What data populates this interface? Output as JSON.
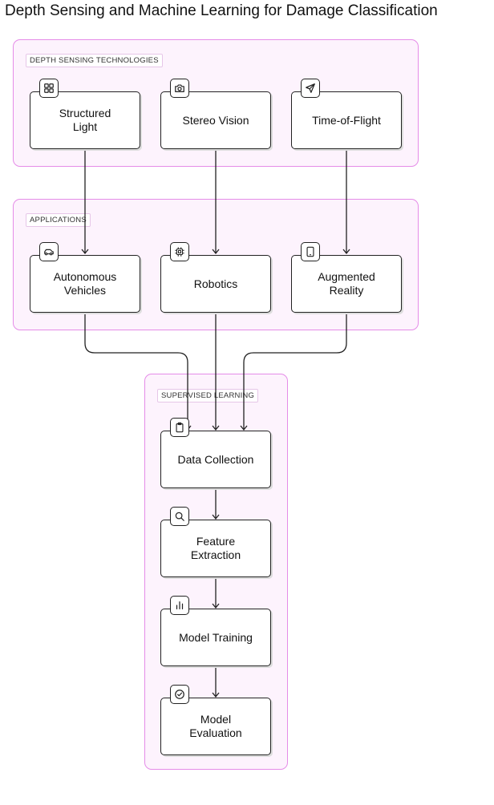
{
  "title": "Depth Sensing and Machine Learning for Damage Classification",
  "groups": {
    "depth": {
      "label": "DEPTH SENSING TECHNOLOGIES"
    },
    "apps": {
      "label": "APPLICATIONS"
    },
    "learning": {
      "label": "SUPERVISED LEARNING"
    }
  },
  "nodes": {
    "structured_light": {
      "label": "Structured\nLight",
      "icon": "grid-icon"
    },
    "stereo_vision": {
      "label": "Stereo Vision",
      "icon": "camera-icon"
    },
    "time_of_flight": {
      "label": "Time-of-Flight",
      "icon": "send-icon"
    },
    "autonomous_vehicles": {
      "label": "Autonomous\nVehicles",
      "icon": "car-icon"
    },
    "robotics": {
      "label": "Robotics",
      "icon": "cpu-icon"
    },
    "augmented_reality": {
      "label": "Augmented\nReality",
      "icon": "tablet-icon"
    },
    "data_collection": {
      "label": "Data Collection",
      "icon": "clipboard-icon"
    },
    "feature_extraction": {
      "label": "Feature\nExtraction",
      "icon": "search-icon"
    },
    "model_training": {
      "label": "Model Training",
      "icon": "bar-chart-icon"
    },
    "model_evaluation": {
      "label": "Model\nEvaluation",
      "icon": "check-circle-icon"
    }
  },
  "colors": {
    "group_border": "#e58ce8",
    "group_fill": "#fdf3fd",
    "node_border": "#222222",
    "edge": "#222222"
  }
}
